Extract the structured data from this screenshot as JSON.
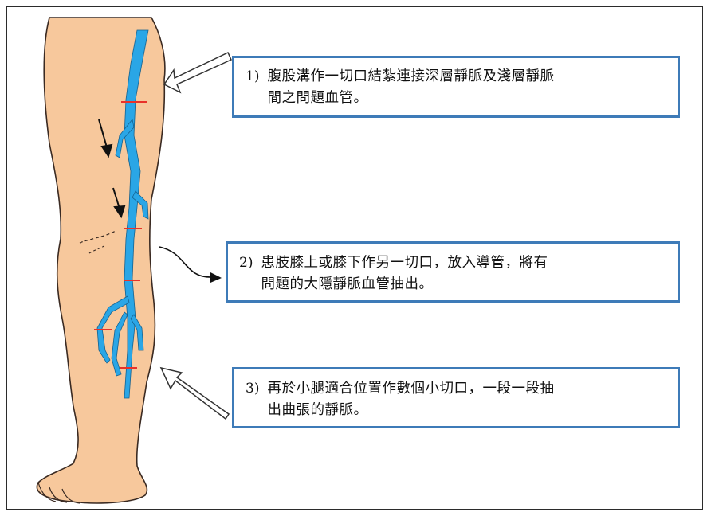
{
  "steps": [
    {
      "number": "1)",
      "text": "腹股溝作一切口結紮連接深層靜脈及淺層靜脈\n間之問題血管。"
    },
    {
      "number": "2)",
      "text": "患肢膝上或膝下作另一切口，放入導管，將有\n問題的大隱靜脈血管抽出。"
    },
    {
      "number": "3)",
      "text": "再於小腿適合位置作數個小切口，一段一段抽\n出曲張的靜脈。"
    }
  ],
  "colors": {
    "skin": "#f7c89c",
    "skin_outline": "#3a2a22",
    "vein": "#2aa6e6",
    "incision": "#e8322a",
    "box_border": "#3e7bb8",
    "frame_border": "#2b2b2b"
  }
}
